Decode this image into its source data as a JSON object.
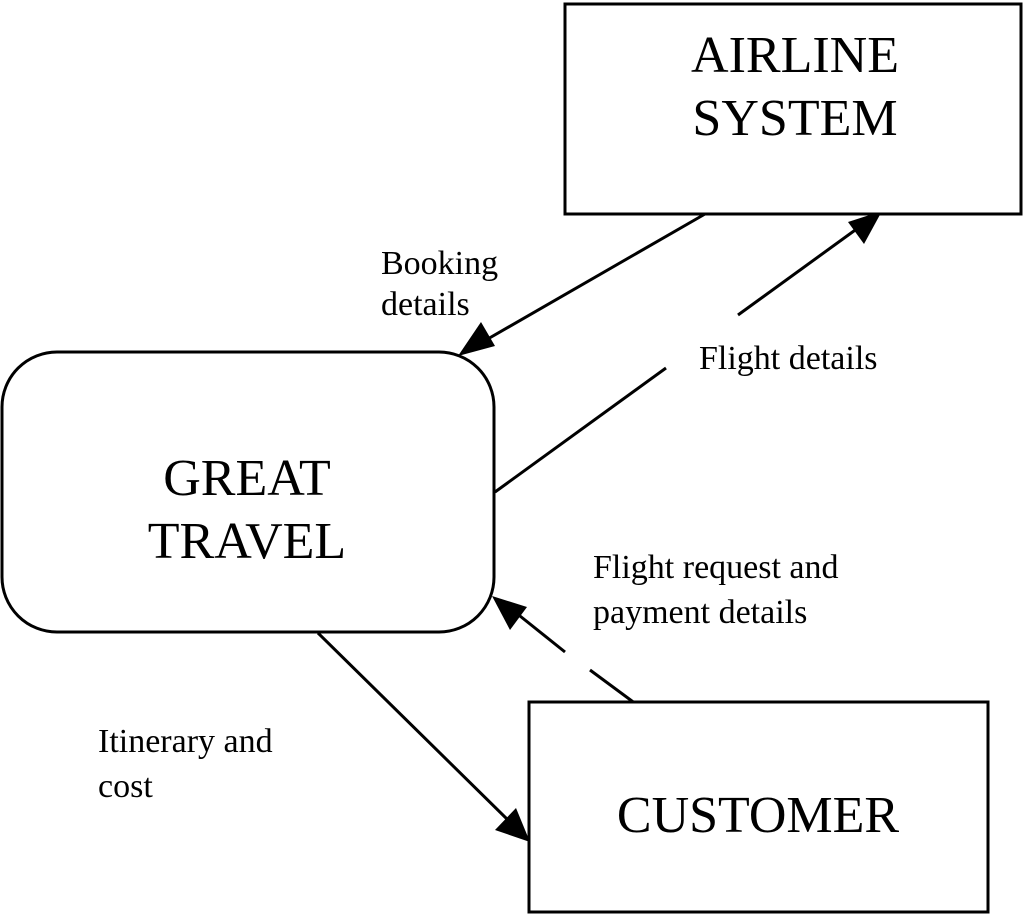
{
  "nodes": {
    "airline_system": {
      "line1": "AIRLINE",
      "line2": "SYSTEM"
    },
    "great_travel": {
      "line1": "GREAT",
      "line2": "TRAVEL"
    },
    "customer": {
      "line1": "CUSTOMER"
    }
  },
  "flows": {
    "booking_details": {
      "line1": "Booking",
      "line2": "details"
    },
    "flight_details": {
      "line1": "Flight details"
    },
    "flight_request": {
      "line1": "Flight request and",
      "line2": "payment details"
    },
    "itinerary": {
      "line1": "Itinerary and",
      "line2": "cost"
    }
  },
  "colors": {
    "stroke": "#000000",
    "background": "#ffffff"
  }
}
